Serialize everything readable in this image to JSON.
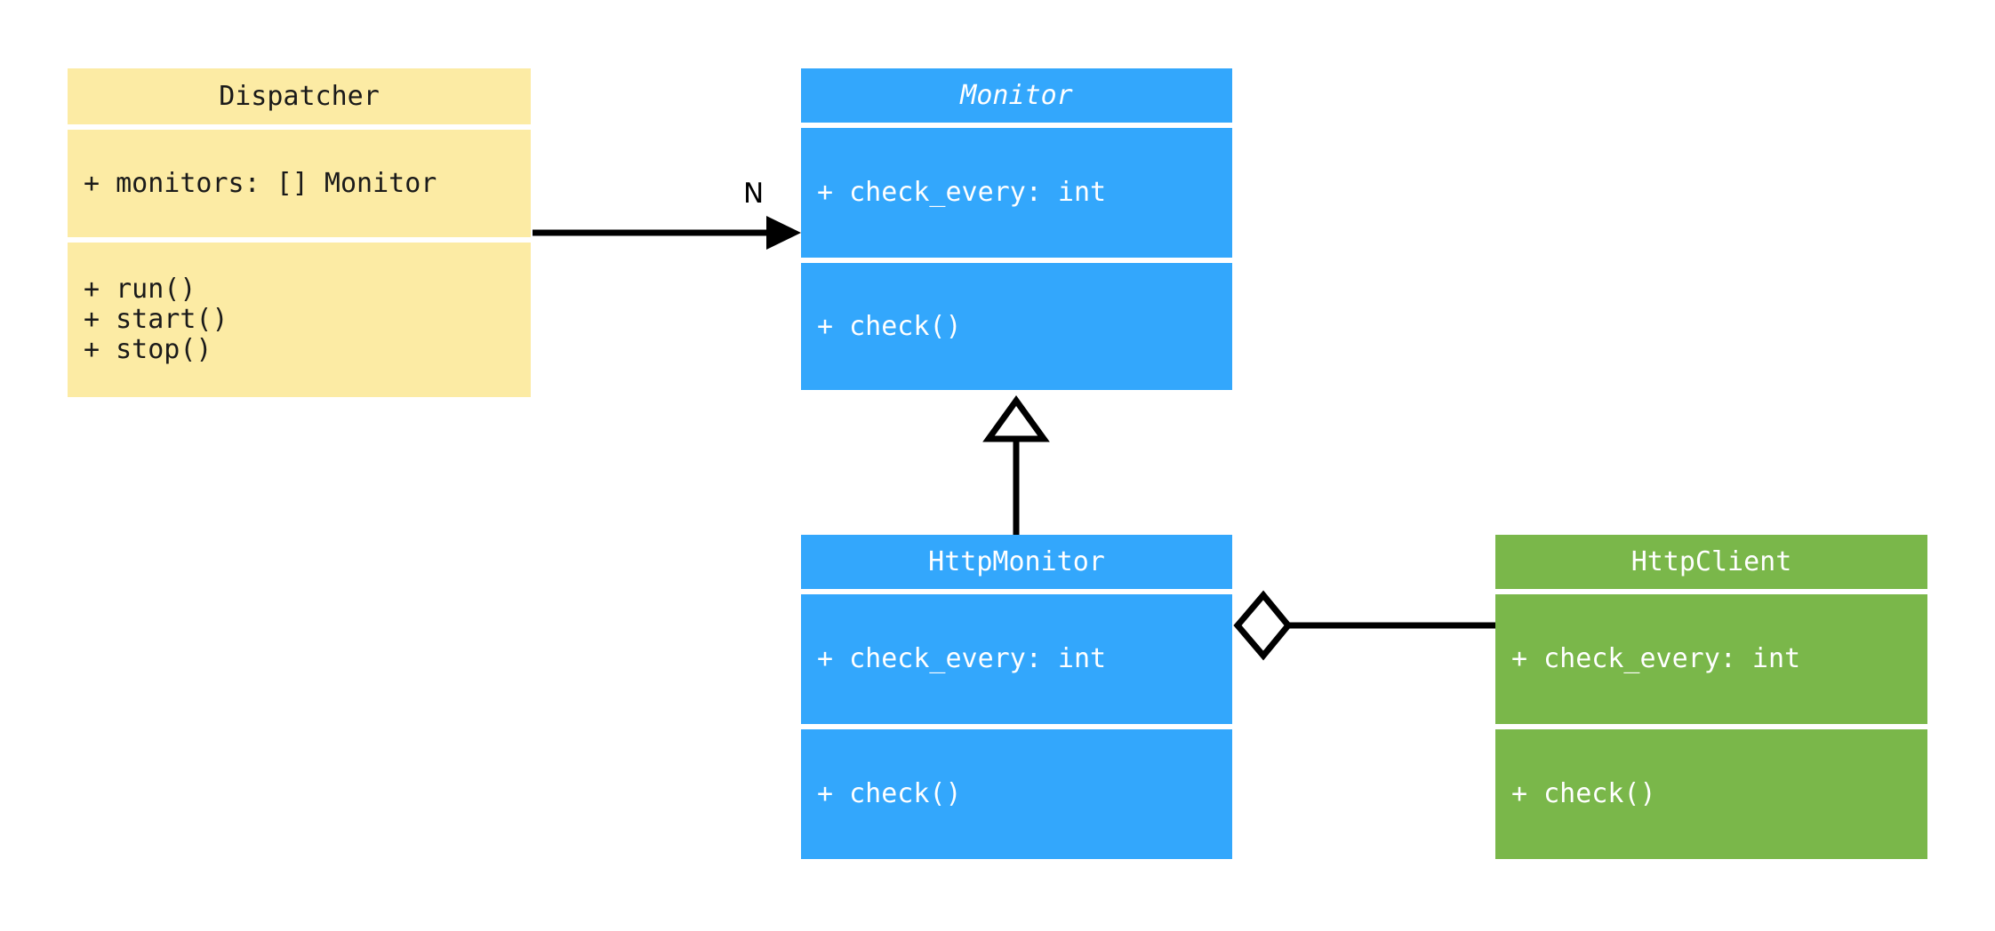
{
  "diagram": {
    "type": "uml-class-diagram",
    "background": "#ffffff",
    "palette": {
      "yellow": "#fceba4",
      "blue": "#33a7fc",
      "green": "#7ab74a",
      "line": "#000000",
      "dark_text": "#1a1a1a",
      "light_text": "#ffffff"
    }
  },
  "classes": {
    "dispatcher": {
      "name": "Dispatcher",
      "abstract": false,
      "color": "#fceba4",
      "attributes": [
        "+ monitors: [] Monitor"
      ],
      "methods": [
        "+ run()",
        "+ start()",
        "+ stop()"
      ]
    },
    "monitor": {
      "name": "Monitor",
      "abstract": true,
      "color": "#33a7fc",
      "attributes": [
        "+ check_every: int"
      ],
      "methods": [
        "+ check()"
      ]
    },
    "http_monitor": {
      "name": "HttpMonitor",
      "abstract": false,
      "color": "#33a7fc",
      "attributes": [
        "+ check_every: int"
      ],
      "methods": [
        "+ check()"
      ]
    },
    "http_client": {
      "name": "HttpClient",
      "abstract": false,
      "color": "#7ab74a",
      "attributes": [
        "+ check_every: int"
      ],
      "methods": [
        "+ check()"
      ]
    }
  },
  "relationships": {
    "dispatcher_to_monitor": {
      "kind": "association",
      "from": "Dispatcher",
      "to": "Monitor",
      "multiplicity_label": "N",
      "arrow": "solid-filled-arrow"
    },
    "http_monitor_to_monitor": {
      "kind": "generalization",
      "from": "HttpMonitor",
      "to": "Monitor",
      "multiplicity_label": "",
      "arrow": "hollow-triangle"
    },
    "http_monitor_to_http_client": {
      "kind": "aggregation",
      "from": "HttpMonitor",
      "to": "HttpClient",
      "multiplicity_label": "",
      "arrow": "hollow-diamond"
    }
  }
}
